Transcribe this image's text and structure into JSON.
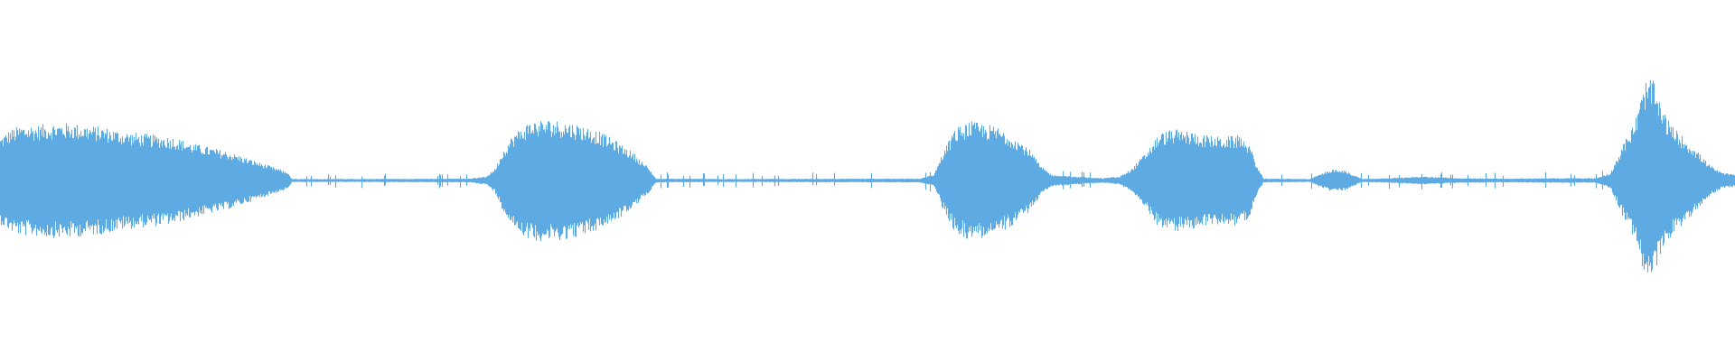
{
  "waveform": {
    "color": "#5dabe2",
    "background": "#ffffff",
    "envelope": [
      [
        0.0,
        0.22
      ],
      [
        0.006,
        0.26
      ],
      [
        0.012,
        0.28
      ],
      [
        0.02,
        0.28
      ],
      [
        0.03,
        0.29
      ],
      [
        0.04,
        0.29
      ],
      [
        0.05,
        0.28
      ],
      [
        0.06,
        0.27
      ],
      [
        0.07,
        0.25
      ],
      [
        0.08,
        0.24
      ],
      [
        0.09,
        0.23
      ],
      [
        0.1,
        0.22
      ],
      [
        0.11,
        0.19
      ],
      [
        0.12,
        0.17
      ],
      [
        0.13,
        0.15
      ],
      [
        0.14,
        0.12
      ],
      [
        0.15,
        0.09
      ],
      [
        0.16,
        0.06
      ],
      [
        0.166,
        0.04
      ],
      [
        0.168,
        0.008
      ],
      [
        0.2,
        0.008
      ],
      [
        0.24,
        0.009
      ],
      [
        0.27,
        0.01
      ],
      [
        0.28,
        0.02
      ],
      [
        0.285,
        0.06
      ],
      [
        0.29,
        0.16
      ],
      [
        0.296,
        0.24
      ],
      [
        0.305,
        0.3
      ],
      [
        0.315,
        0.31
      ],
      [
        0.325,
        0.3
      ],
      [
        0.335,
        0.28
      ],
      [
        0.345,
        0.25
      ],
      [
        0.355,
        0.2
      ],
      [
        0.365,
        0.14
      ],
      [
        0.373,
        0.07
      ],
      [
        0.378,
        0.01
      ],
      [
        0.42,
        0.008
      ],
      [
        0.47,
        0.009
      ],
      [
        0.53,
        0.01
      ],
      [
        0.538,
        0.03
      ],
      [
        0.543,
        0.14
      ],
      [
        0.55,
        0.26
      ],
      [
        0.558,
        0.3
      ],
      [
        0.566,
        0.29
      ],
      [
        0.575,
        0.27
      ],
      [
        0.585,
        0.22
      ],
      [
        0.593,
        0.16
      ],
      [
        0.6,
        0.07
      ],
      [
        0.606,
        0.03
      ],
      [
        0.62,
        0.02
      ],
      [
        0.635,
        0.012
      ],
      [
        0.645,
        0.02
      ],
      [
        0.652,
        0.06
      ],
      [
        0.66,
        0.14
      ],
      [
        0.668,
        0.24
      ],
      [
        0.676,
        0.26
      ],
      [
        0.685,
        0.25
      ],
      [
        0.695,
        0.23
      ],
      [
        0.705,
        0.22
      ],
      [
        0.715,
        0.23
      ],
      [
        0.72,
        0.18
      ],
      [
        0.725,
        0.06
      ],
      [
        0.728,
        0.01
      ],
      [
        0.755,
        0.008
      ],
      [
        0.76,
        0.03
      ],
      [
        0.767,
        0.055
      ],
      [
        0.775,
        0.05
      ],
      [
        0.782,
        0.02
      ],
      [
        0.785,
        0.008
      ],
      [
        0.8,
        0.012
      ],
      [
        0.82,
        0.02
      ],
      [
        0.84,
        0.012
      ],
      [
        0.87,
        0.01
      ],
      [
        0.89,
        0.012
      ],
      [
        0.92,
        0.012
      ],
      [
        0.928,
        0.04
      ],
      [
        0.935,
        0.18
      ],
      [
        0.942,
        0.3
      ],
      [
        0.948,
        0.5
      ],
      [
        0.952,
        0.52
      ],
      [
        0.957,
        0.38
      ],
      [
        0.963,
        0.28
      ],
      [
        0.97,
        0.22
      ],
      [
        0.978,
        0.15
      ],
      [
        0.985,
        0.08
      ],
      [
        0.992,
        0.04
      ],
      [
        1.0,
        0.03
      ]
    ]
  }
}
